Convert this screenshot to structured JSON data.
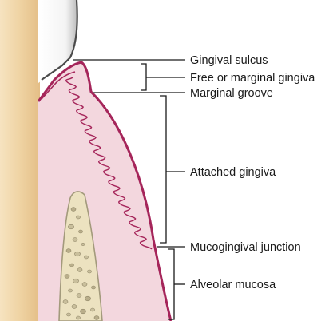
{
  "labels": {
    "gingival_sulcus": "Gingival sulcus",
    "free_marginal_gingiva": "Free or marginal gingiva",
    "marginal_groove": "Marginal groove",
    "attached_gingiva": "Attached gingiva",
    "mucogingival_junction": "Mucogingival junction",
    "alveolar_mucosa": "Alveolar mucosa"
  },
  "colors": {
    "root": "#efd3a3",
    "enamel_shadow": "#8f8f8f",
    "gingiva_fill": "#f3d7de",
    "gingiva_outline": "#a5255a",
    "bone_fill": "#ece2c0",
    "bone_outline": "#a39a7c",
    "leader_lines": "#1a1a1a"
  }
}
